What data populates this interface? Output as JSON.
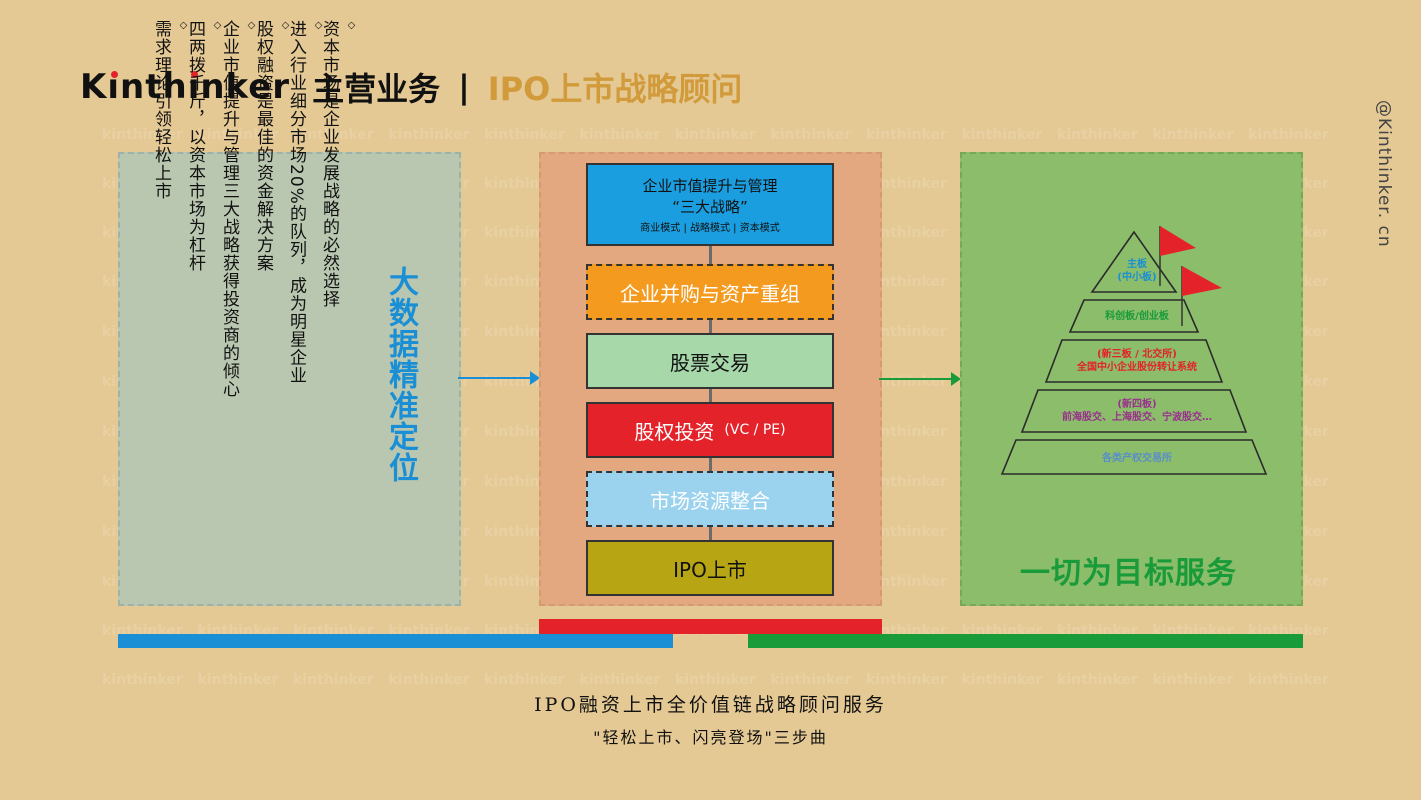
{
  "header": {
    "brand": "Kinthinker",
    "title_main": "主营业务",
    "separator": "|",
    "title_sub": "IPO上市战略顾问"
  },
  "watermark": "kinthinker",
  "handle": "@Kinthinker. cn",
  "left_panel": {
    "bullet": "◇",
    "points": [
      "资本市场是企业发展战略的必然选择",
      "进入行业细分市场20%的队列，成为明星企业",
      "股权融资是最佳的资金解决方案",
      "企业市值提升与管理三大战略获得投资商的倾心",
      "四两拨千斤，以资本市场为杠杆",
      "需求理论引领轻松上市"
    ],
    "big_label": "大数据精准定位"
  },
  "middle_panel": {
    "steps": [
      {
        "line1": "企业市值提升与管理",
        "line2": "“三大战略”",
        "line3": "商业模式 | 战略模式 | 资本模式"
      },
      {
        "label": "企业并购与资产重组"
      },
      {
        "label": "股票交易"
      },
      {
        "label": "股权投资",
        "suffix": "(VC / PE)"
      },
      {
        "label": "市场资源整合"
      },
      {
        "label": "IPO上市"
      }
    ]
  },
  "right_panel": {
    "pyramid": [
      {
        "line1": "主板",
        "line2": "(中小板)"
      },
      {
        "line1": "科创板/创业板"
      },
      {
        "line1": "(新三板 / 北交所)",
        "line2": "全国中小企业股份转让系统"
      },
      {
        "line1": "(新四板)",
        "line2": "前海股交、上海股交、宁波股交…"
      },
      {
        "line1": "各类产权交易所"
      }
    ],
    "goal": "一切为目标服务"
  },
  "footer": {
    "line1": "IPO融资上市全价值链战略顾问服务",
    "line2": "\"轻松上市、闪亮登场\"三步曲"
  },
  "colors": {
    "background": "#e5c994",
    "blue": "#1a8fd6",
    "red": "#e3222a",
    "green": "#1a9b3a",
    "gold": "#d19a3a"
  }
}
